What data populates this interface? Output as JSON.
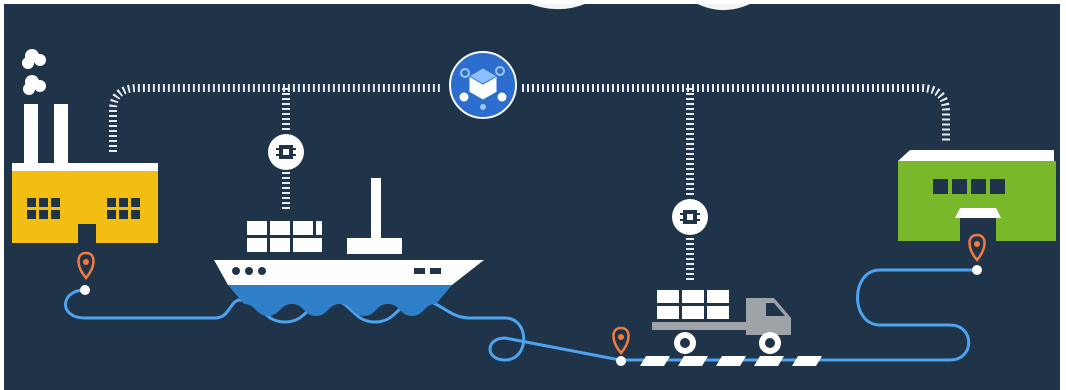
{
  "colors": {
    "background": "#1f3349",
    "connector_dots": "#e9edf2",
    "route_line": "#4da3f0",
    "factory": "#f2be12",
    "warehouse": "#7ab82b",
    "ship_hull": "#ffffff",
    "ship_water": "#2f7fc9",
    "truck": "#9ea3a8",
    "cargo": "#ffffff",
    "pin": "#f07a3f",
    "hub": "#2d6fd1",
    "road_dashes": "#ffffff"
  },
  "icons": {
    "hub": "blockchain-cubes-icon",
    "chip_ship": "chip-icon",
    "chip_truck": "chip-icon",
    "pins": [
      "location-pin-icon",
      "location-pin-icon",
      "location-pin-icon"
    ]
  },
  "nodes": [
    "factory",
    "cargo-ship",
    "delivery-truck",
    "warehouse"
  ]
}
